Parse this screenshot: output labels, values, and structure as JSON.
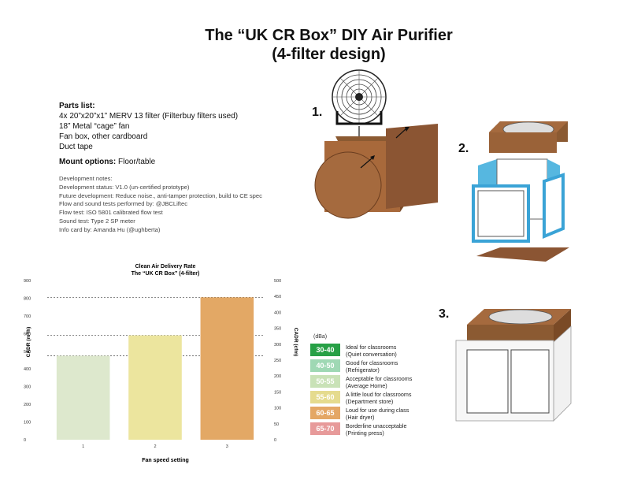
{
  "title": {
    "line1": "The “UK CR Box” DIY Air Purifier",
    "line2": "(4-filter design)"
  },
  "parts": {
    "heading": "Parts list:",
    "items": [
      "4x 20”x20”x1” MERV 13 filter (Filterbuy filters used)",
      "18” Metal “cage” fan",
      "Fan box, other cardboard",
      "Duct tape"
    ]
  },
  "mount": {
    "label": "Mount options:",
    "value": "Floor/table"
  },
  "dev_notes": [
    "Development notes:",
    "Development status: V1.0 (un-certified prototype)",
    "Future development: Reduce noise., anti-tamper protection, build to CE spec",
    "Flow and sound tests performed by: @JBCLiftec",
    "Flow test: ISO 5801 calibrated flow test",
    "Sound test: Type 2 SP meter",
    "Info card by: Amanda Hu (@ughberta)"
  ],
  "steps": [
    "1.",
    "2.",
    "3."
  ],
  "chart_data": {
    "type": "bar",
    "title": "Clean Air Delivery Rate",
    "subtitle": "The “UK CR Box” (4-filter)",
    "xlabel": "Fan speed setting",
    "ylabel_left": "CADR (m³/h)",
    "ylabel_right": "CADR (cfm)",
    "categories": [
      "1",
      "2",
      "3"
    ],
    "values": [
      475,
      590,
      805
    ],
    "colors": [
      "#dde8cd",
      "#ece59e",
      "#e3a865"
    ],
    "ylim_left": [
      0,
      900
    ],
    "yticks_left": [
      "0",
      "100",
      "200",
      "300",
      "400",
      "500",
      "600",
      "700",
      "800",
      "900"
    ],
    "ylim_right": [
      0,
      500
    ],
    "yticks_right": [
      "0",
      "50",
      "100",
      "150",
      "200",
      "250",
      "300",
      "350",
      "400",
      "450",
      "500"
    ],
    "dashed_lines": [
      475,
      590,
      805
    ]
  },
  "legend": {
    "unit": "(dBa)",
    "rows": [
      {
        "range": "30-40",
        "color": "#27a046",
        "line1": "Ideal for classrooms",
        "line2": "(Quiet conversation)"
      },
      {
        "range": "40-50",
        "color": "#9fd8b4",
        "line1": "Good for classrooms",
        "line2": "(Refrigerator)"
      },
      {
        "range": "50-55",
        "color": "#c9e2b7",
        "line1": "Acceptable for classrooms",
        "line2": "(Average Home)"
      },
      {
        "range": "55-60",
        "color": "#e5db8e",
        "line1": "A little loud for classrooms",
        "line2": "(Department store)"
      },
      {
        "range": "60-65",
        "color": "#e4a765",
        "line1": "Loud for use during class",
        "line2": "(Hair dryer)"
      },
      {
        "range": "65-70",
        "color": "#e79a9a",
        "line1": "Borderline unacceptable",
        "line2": "(Printing press)"
      }
    ]
  }
}
